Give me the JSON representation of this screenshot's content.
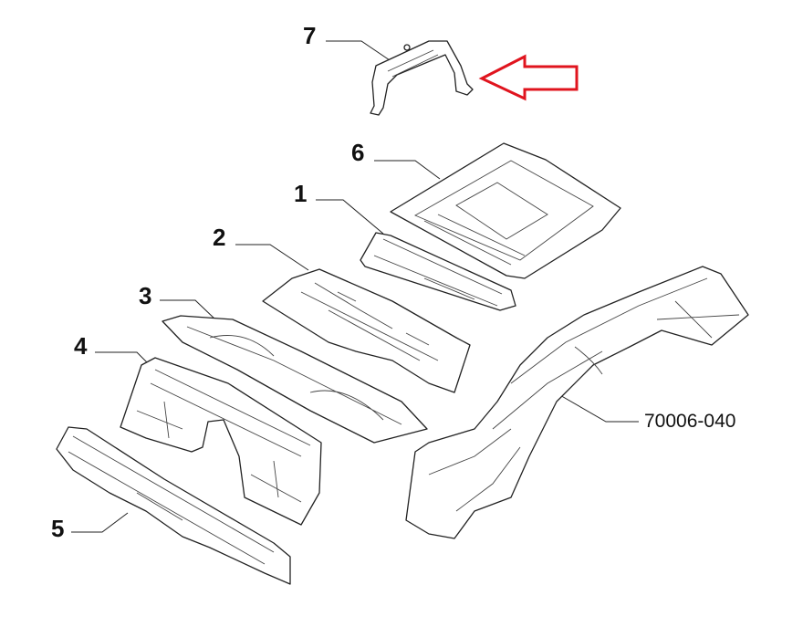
{
  "diagram": {
    "callouts": [
      {
        "id": "7",
        "label": "7"
      },
      {
        "id": "6",
        "label": "6"
      },
      {
        "id": "1",
        "label": "1"
      },
      {
        "id": "2",
        "label": "2"
      },
      {
        "id": "3",
        "label": "3"
      },
      {
        "id": "4",
        "label": "4"
      },
      {
        "id": "5",
        "label": "5"
      }
    ],
    "reference_label": "70006-040",
    "highlight_arrow_color": "#e0141e"
  }
}
